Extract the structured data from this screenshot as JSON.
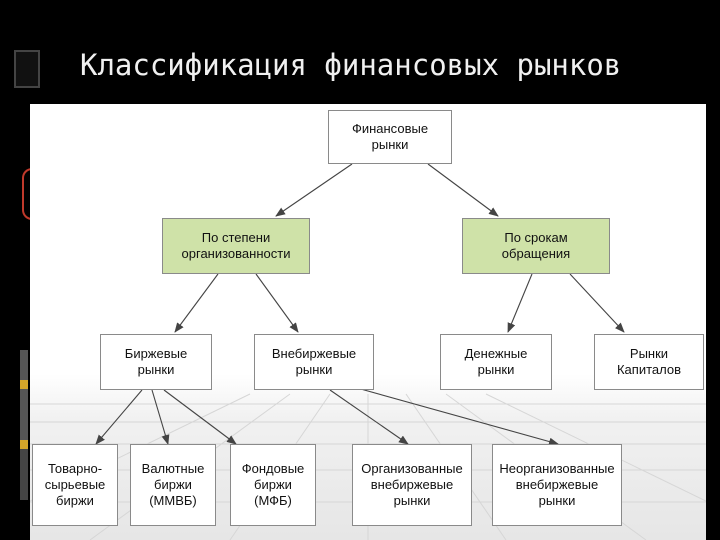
{
  "title": "Классификация финансовых рынков",
  "nodes": {
    "root": "Финансовые\nрынки",
    "by_organization": "По степени\nорганизованности",
    "by_term": "По срокам\nобращения",
    "exchange": "Биржевые\nрынки",
    "otc": "Внебиржевые\nрынки",
    "money": "Денежные\nрынки",
    "capital": "Рынки\nКапиталов",
    "commodity": "Товарно-\nсырьевые\nбиржи",
    "currency": "Валютные\nбиржи\n(ММВБ)",
    "stock": "Фондовые\nбиржи\n(МФБ)",
    "organized_otc": "Организованные\nвнебиржевые\nрынки",
    "unorganized_otc": "Неорганизованные\nвнебиржевые\nрынки"
  },
  "colors": {
    "category_fill": "#cfe2a8",
    "box_border": "#8a8a8a",
    "background": "#000000"
  }
}
